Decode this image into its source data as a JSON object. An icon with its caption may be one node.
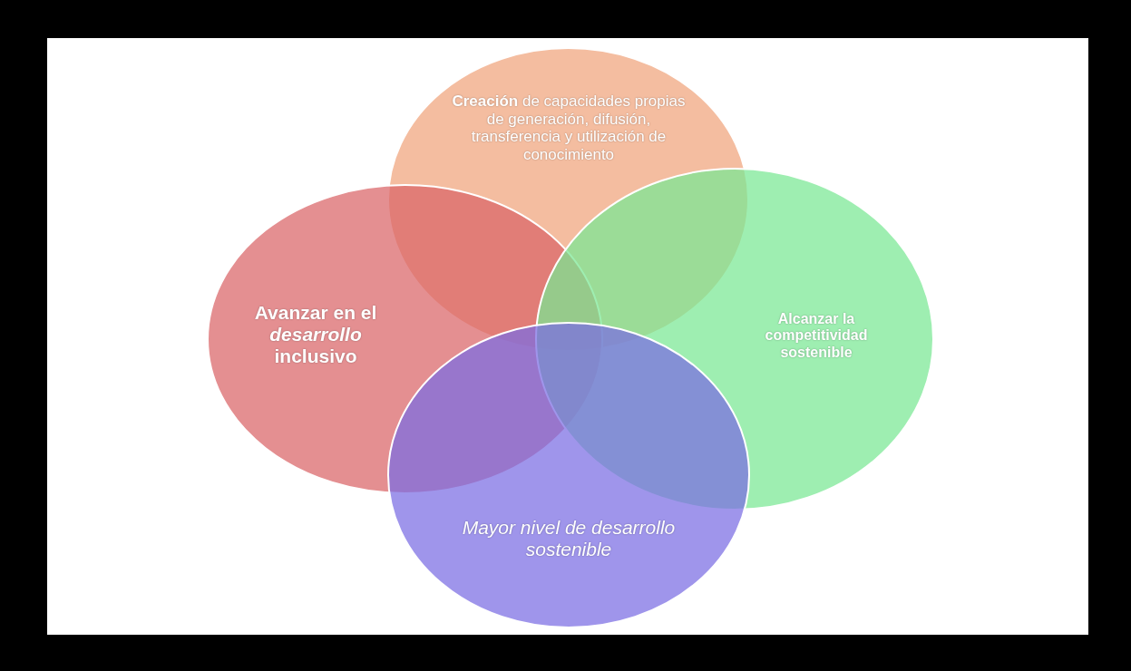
{
  "diagram": {
    "nodes": [
      {
        "text": [
          "**Creación** de capacidades propias de generación, difusión, transferencia y utilización de conocimiento"
        ]
      },
      {
        "text": [
          "Avanzar en el *desarrollo* inclusivo"
        ]
      },
      {
        "text": [
          "Alcanzar la competitividad sostenible"
        ]
      },
      {
        "text": [
          "Mayor nivel de desarrollo sostenible"
        ]
      }
    ]
  }
}
